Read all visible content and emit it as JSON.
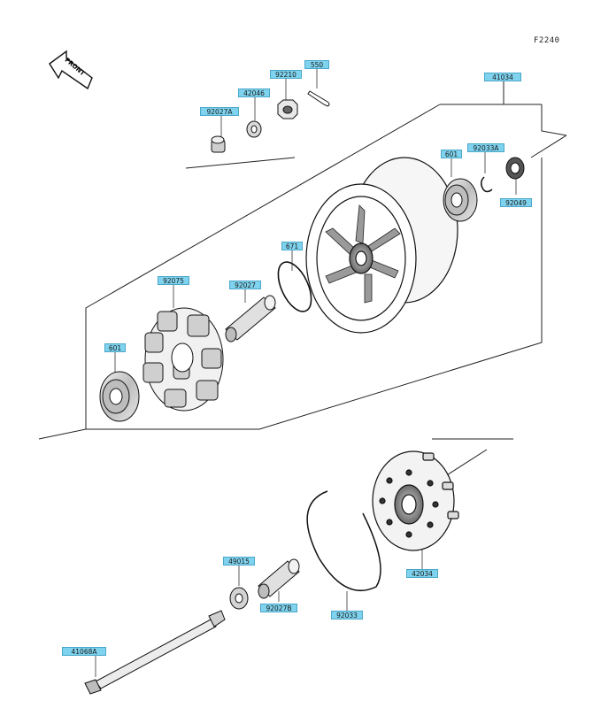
{
  "figure_code": "F2240",
  "front_label": "FRONT",
  "callouts": [
    {
      "id": "c41034",
      "label": "41034"
    },
    {
      "id": "c550",
      "label": "550"
    },
    {
      "id": "c92210",
      "label": "92210"
    },
    {
      "id": "c42046",
      "label": "42046"
    },
    {
      "id": "c92027A",
      "label": "92027A"
    },
    {
      "id": "c601a",
      "label": "601"
    },
    {
      "id": "c92033A",
      "label": "92033A"
    },
    {
      "id": "c92049",
      "label": "92049"
    },
    {
      "id": "c671",
      "label": "671"
    },
    {
      "id": "c92075",
      "label": "92075"
    },
    {
      "id": "c92027",
      "label": "92027"
    },
    {
      "id": "c601b",
      "label": "601"
    },
    {
      "id": "c49015",
      "label": "49015"
    },
    {
      "id": "c92027B",
      "label": "92027B"
    },
    {
      "id": "c92033",
      "label": "92033"
    },
    {
      "id": "c42034",
      "label": "42034"
    },
    {
      "id": "c41068A",
      "label": "41068A"
    }
  ]
}
